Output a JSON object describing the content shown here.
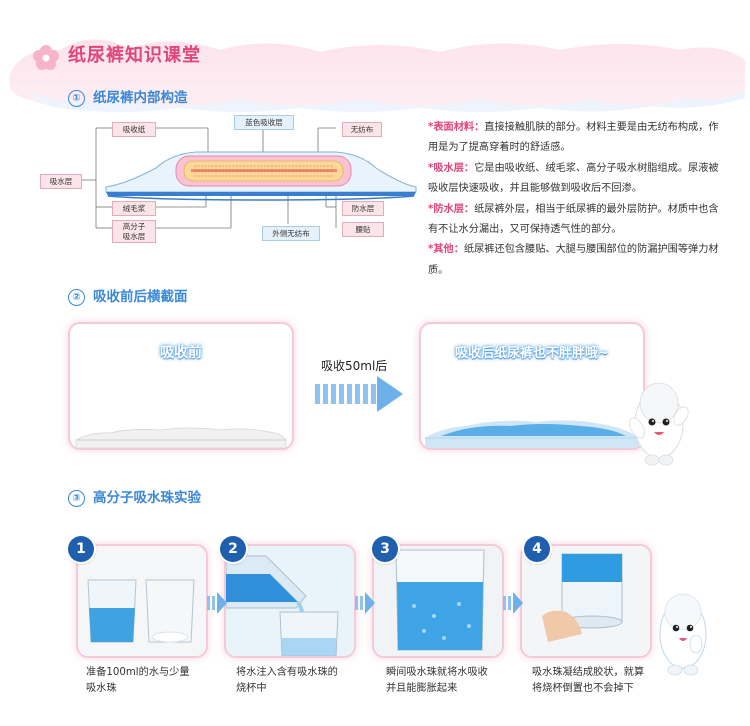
{
  "header": {
    "title": "纸尿裤知识课堂"
  },
  "section1": {
    "number": "①",
    "title": "纸尿裤内部构造",
    "diagram_labels": {
      "absorb_paper": "吸收纸",
      "blue_layer": "蓝色吸收层",
      "nonwoven": "无纺布",
      "absorb_layer": "吸水层",
      "fluff_pulp": "绒毛浆",
      "sap_line1": "高分子",
      "sap_line2": "吸水层",
      "outer_nonwoven": "外侧无纺布",
      "leak_layer": "防水层",
      "waist": "腰贴"
    },
    "descriptions": [
      {
        "key": "*表面材料：",
        "text": "直接接触肌肤的部分。材料主要是由无纺布构成，作用是为了提高穿着时的舒适感。"
      },
      {
        "key": "*吸水层：",
        "text": "它是由吸收纸、绒毛浆、高分子吸水树脂组成。尿液被吸收层快速吸收，并且能够做到吸收后不回渗。"
      },
      {
        "key": "*防水层：",
        "text": "纸尿裤外层，相当于纸尿裤的最外层防护。材质中也含有不让水分漏出，又可保持透气性的部分。"
      },
      {
        "key": "*其他：",
        "text": "纸尿裤还包含腰贴、大腿与腰围部位的防漏护围等弹力材质。"
      }
    ]
  },
  "section2": {
    "number": "②",
    "title": "吸收前后横截面",
    "before_caption": "吸收前",
    "arrow_label": "吸收50ml后",
    "after_caption": "吸收后纸尿裤也不胖胖哦~"
  },
  "section3": {
    "number": "③",
    "title": "高分子吸水珠实验",
    "steps": [
      {
        "num": "1",
        "text_line1": "准备100ml的水与少量",
        "text_line2": "吸水珠"
      },
      {
        "num": "2",
        "text_line1": "将水注入含有吸水珠的",
        "text_line2": "烧杯中"
      },
      {
        "num": "3",
        "text_line1": "瞬间吸水珠就将水吸收",
        "text_line2": "并且能膨胀起来"
      },
      {
        "num": "4",
        "text_line1": "吸水珠凝结成胶状，就算",
        "text_line2": "将烧杯倒置也不会掉下"
      }
    ]
  },
  "colors": {
    "title_pink": "#e0457b",
    "section_blue": "#3a88d6",
    "water_blue": "#4aaee8",
    "card_border": "#f6c9d8"
  }
}
